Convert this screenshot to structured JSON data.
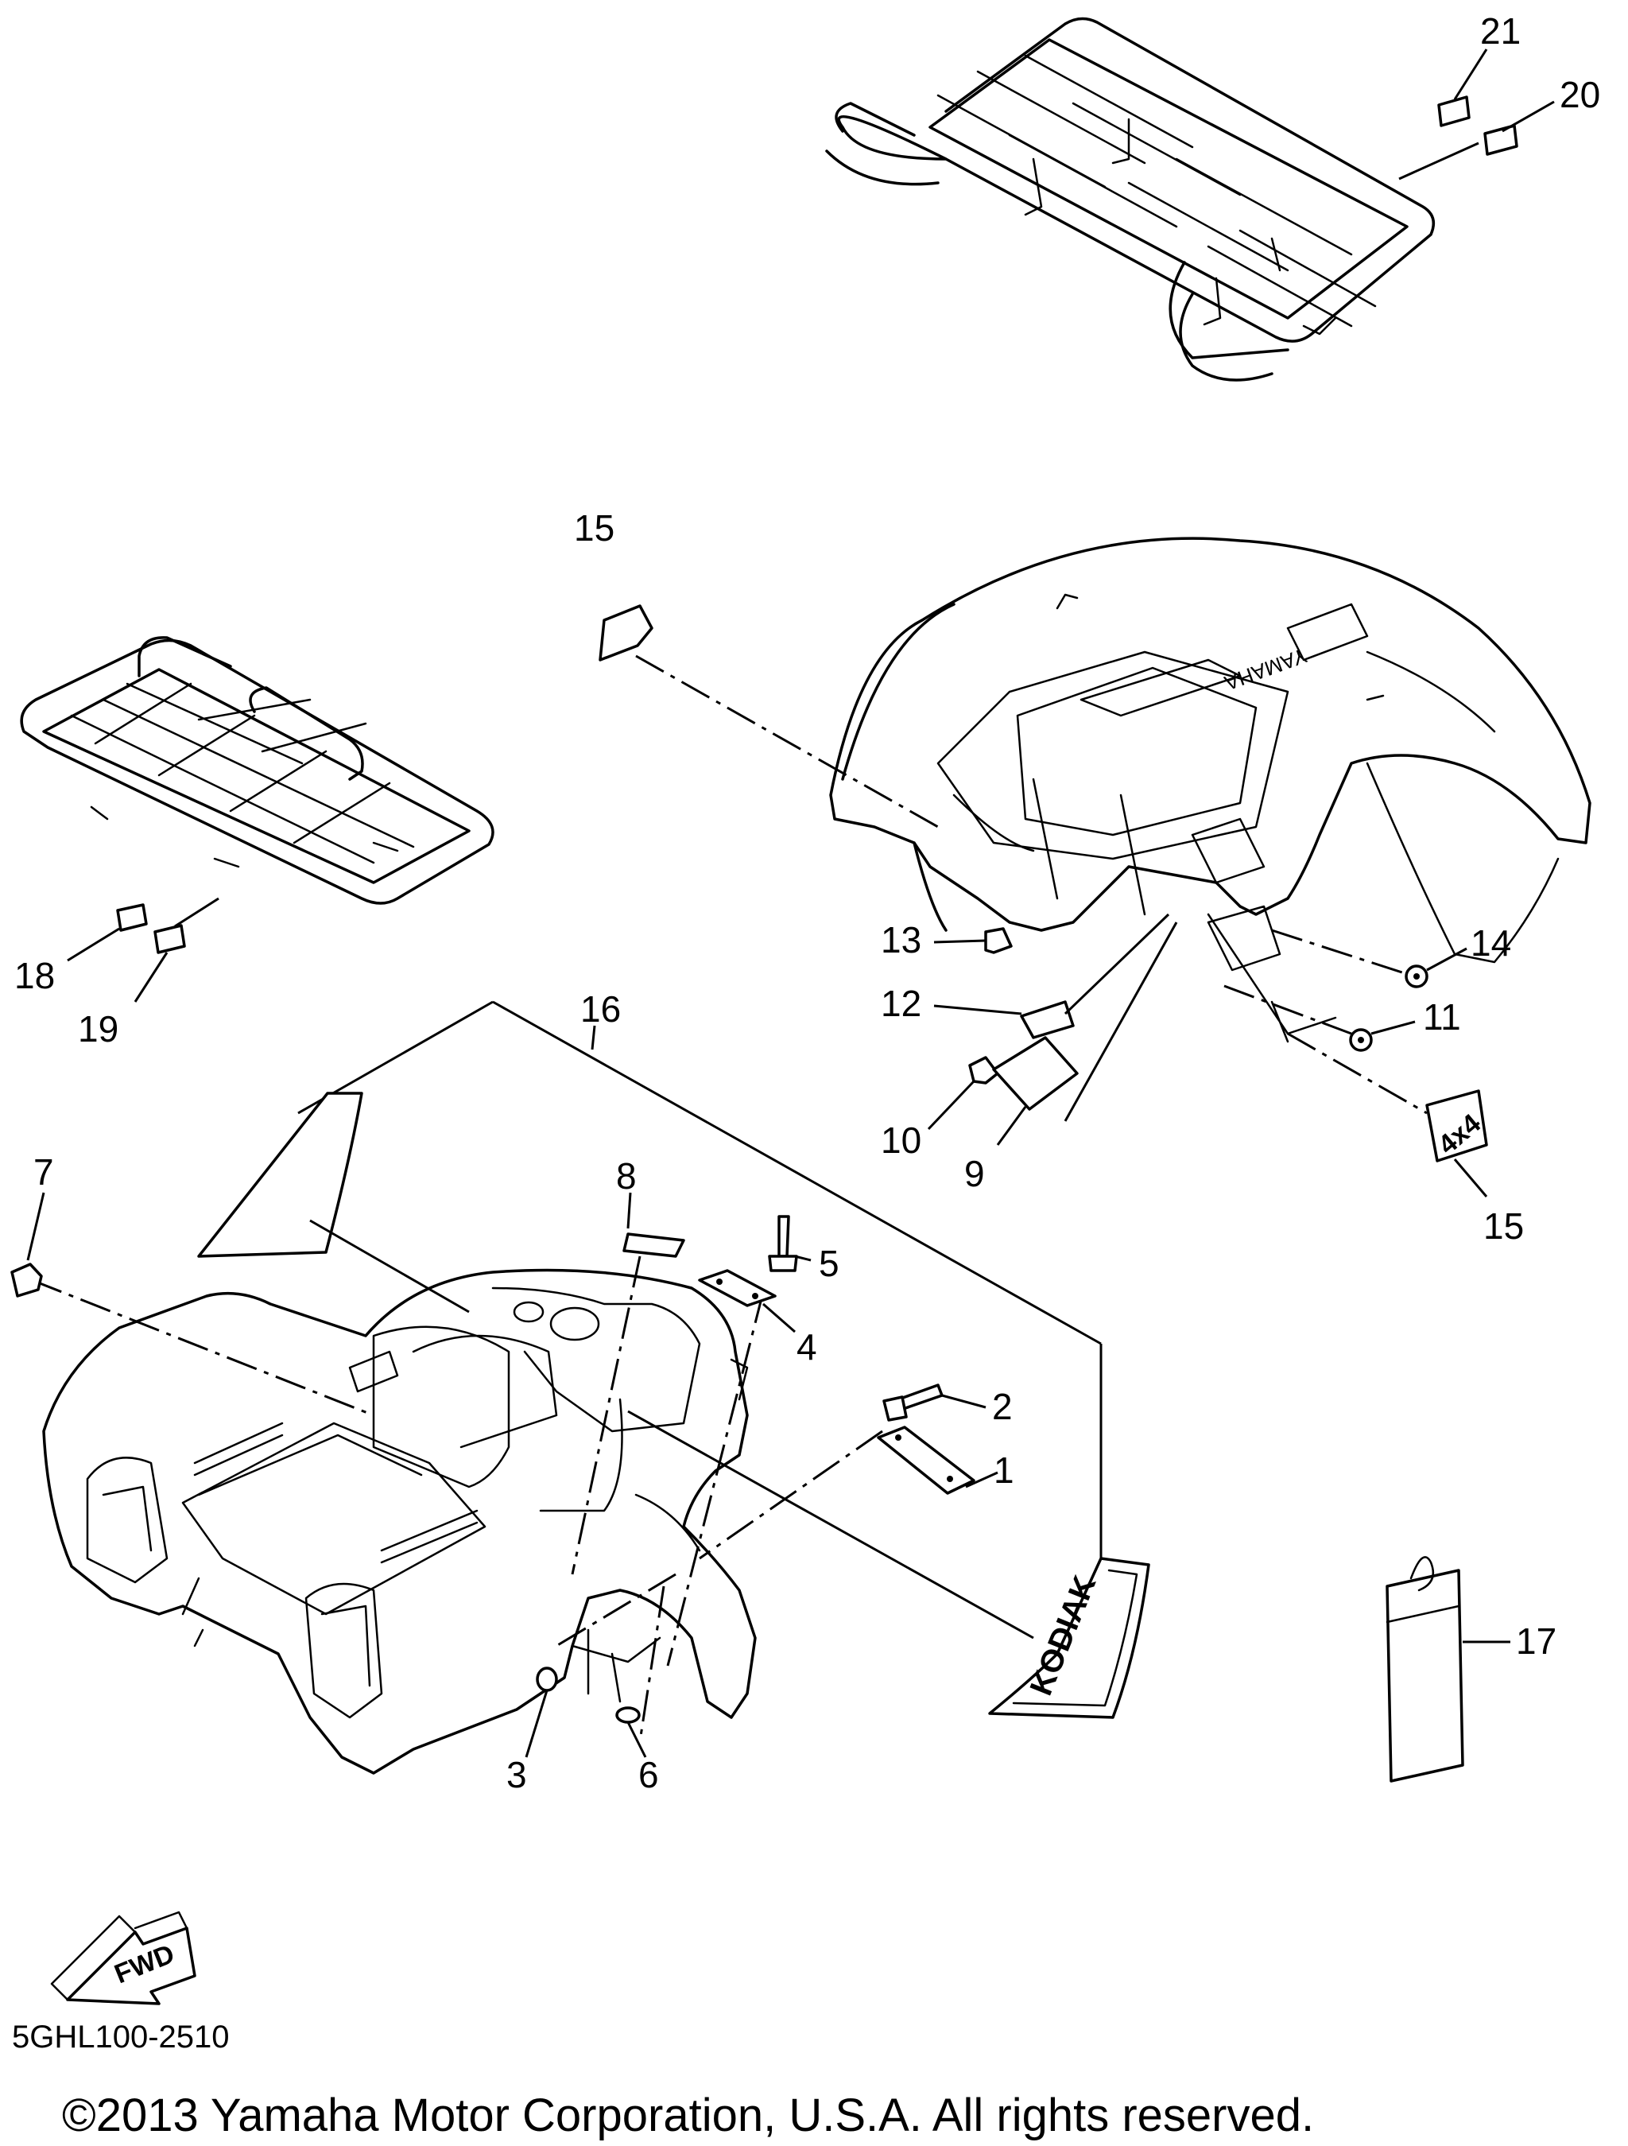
{
  "drawing_code": "5GHL100-2510",
  "copyright": "©2013 Yamaha Motor Corporation, U.S.A. All rights reserved.",
  "fwd_label": "FWD",
  "decal_text": {
    "fender_logo": "YAMAHA",
    "side_decal": "KODIAK",
    "emblem": "4x4"
  },
  "callouts": {
    "c1": "1",
    "c2": "2",
    "c3": "3",
    "c4": "4",
    "c5": "5",
    "c6": "6",
    "c7": "7",
    "c8": "8",
    "c9": "9",
    "c10": "10",
    "c11": "11",
    "c12": "12",
    "c13": "13",
    "c14": "14",
    "c15a": "15",
    "c15b": "15",
    "c16": "16",
    "c17": "17",
    "c18": "18",
    "c19": "19",
    "c20": "20",
    "c21": "21"
  }
}
